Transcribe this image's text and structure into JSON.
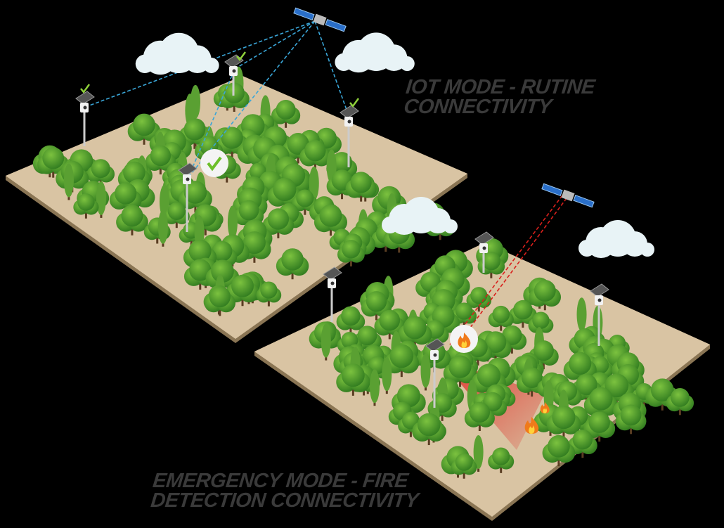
{
  "iot_mode": {
    "title_line1": "IOT MODE - RUTINE",
    "title_line2": "CONNECTIVITY",
    "link_color": "#3aa6d8",
    "status_icon": "checkmark-icon"
  },
  "emergency_mode": {
    "title_line1": "EMERGENCY MODE - FIRE",
    "title_line2": "DETECTION CONNECTIVITY",
    "link_color": "#d8201c",
    "status_icon": "fire-icon"
  },
  "colors": {
    "background": "#000000",
    "ground": "#d9c4a3",
    "tree": "#4f9a2a",
    "caption": "#3a3a3a"
  }
}
